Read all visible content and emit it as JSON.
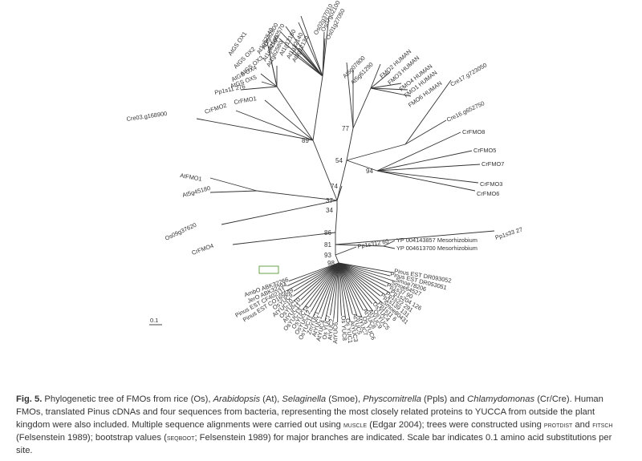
{
  "figure": {
    "root": {
      "bootstrap": "37",
      "children": [
        {
          "bootstrap": "89",
          "children": [
            {
              "children": [
                {
                  "label": "At1g62600"
                },
                {
                  "label": "At1g62570"
                },
                {
                  "label": "At1g12130"
                },
                {
                  "label": "At1g62540"
                },
                {
                  "label": "At1g62560"
                },
                {
                  "label": "At1g62580"
                },
                {
                  "label": "At1g12140"
                },
                {
                  "label": "At1g12160"
                },
                {
                  "label": "Os07g02100"
                },
                {
                  "label": "Os01g27050"
                },
                {
                  "label": "Os02g37010"
                }
              ]
            },
            {
              "children": [
                {
                  "label": "AtGS OX1"
                },
                {
                  "label": "AtGS OX2"
                },
                {
                  "label": "AtGS OX3"
                },
                {
                  "label": "AtGS OX4"
                },
                {
                  "label": "AtGS OX5"
                },
                {
                  "label": "Pp1s11 276"
                }
              ]
            },
            {
              "label": "CrFMO1"
            },
            {
              "label": "CrFMO2"
            },
            {
              "label": "Cre03.g168900"
            }
          ]
        },
        {
          "bootstrap": "54",
          "children": [
            {
              "bootstrap": "77",
              "children": [
                {
                  "label": "At5g07800"
                },
                {
                  "label": "At5g61290"
                },
                {
                  "children": [
                    {
                      "label": "FMO2 HUMAN"
                    },
                    {
                      "label": "FMO3 HUMAN"
                    },
                    {
                      "label": "FMO4 HUMAN"
                    },
                    {
                      "label": "FMO1 HUMAN"
                    },
                    {
                      "label": "FMO6 HUMAN"
                    }
                  ]
                }
              ]
            },
            {
              "children": [
                {
                  "label": "Cre17.g723050"
                },
                {
                  "label": "Cre16.g652750"
                }
              ]
            },
            {
              "bootstrap": "94",
              "children": [
                {
                  "label": "CrFMO8"
                },
                {
                  "label": "CrFMO5"
                },
                {
                  "label": "CrFMO7"
                },
                {
                  "label": "CrFMO3"
                },
                {
                  "label": "CrFMO6"
                }
              ]
            }
          ]
        },
        {
          "bootstrap": "74",
          "children": []
        },
        {
          "children": [
            {
              "label": "AtFMO1"
            },
            {
              "label": "At5g45180"
            }
          ]
        },
        {
          "label": "Os09g37620"
        },
        {
          "bootstrap": "34",
          "children": [
            {
              "bootstrap": "86",
              "children": [
                {
                  "label": "CrFMO4"
                },
                {
                  "bootstrap": "81",
                  "children": [
                    {
                      "label": "Pp1s33 27"
                    },
                    {
                      "children": [
                        {
                          "label": "YP 004143857 Mesorhizobium"
                        },
                        {
                          "label": "YP 004613700 Mesorhizobium"
                        }
                      ]
                    },
                    {
                      "bootstrap": "93",
                      "children": [
                        {
                          "label": "Pp1s312 60"
                        },
                        {
                          "bootstrap": "98",
                          "children": [
                            {
                              "label": "AmbO ABK32266"
                            },
                            {
                              "label": "JerO ABK32294"
                            },
                            {
                              "label": "Pinus EST CF402111"
                            },
                            {
                              "label": "Pinus EST CO165649"
                            },
                            {
                              "label": "OsYUC9"
                            },
                            {
                              "label": "AtYUC10"
                            },
                            {
                              "label": "OsYUC10"
                            },
                            {
                              "label": "AtYUC11"
                            },
                            {
                              "label": "OsYUC13"
                            },
                            {
                              "label": "OsYUC14"
                            },
                            {
                              "label": "OsYUC12"
                            },
                            {
                              "label": "OsYUC11"
                            },
                            {
                              "label": "ZmYUC1"
                            },
                            {
                              "label": "AtYUC1"
                            },
                            {
                              "label": "AtYUC4"
                            },
                            {
                              "label": "Os YUC7"
                            },
                            {
                              "label": "AtYUC2"
                            },
                            {
                              "label": "AtYUC6"
                            },
                            {
                              "label": "Os YUC8"
                            },
                            {
                              "label": "Os YUC1"
                            },
                            {
                              "label": "AtYUC3"
                            },
                            {
                              "label": "AtYUC5"
                            },
                            {
                              "label": "AtYUC7"
                            },
                            {
                              "label": "Os YUC6"
                            },
                            {
                              "label": "AtYUC8"
                            },
                            {
                              "label": "AtYUC9"
                            },
                            {
                              "label": "OsYUC5"
                            },
                            {
                              "label": "OsYUC4"
                            },
                            {
                              "label": "Pp1s11 6"
                            },
                            {
                              "label": "Smoe80431"
                            },
                            {
                              "label": "Pp1s139 131"
                            },
                            {
                              "label": "Pp1s22 291"
                            },
                            {
                              "label": "Pp1s204 126"
                            },
                            {
                              "label": "Pp1s37 90"
                            },
                            {
                              "label": "Smoe64527"
                            },
                            {
                              "label": "Smoe78206"
                            },
                            {
                              "label": "Pinus EST DR053051"
                            },
                            {
                              "label": "Pinus EST DR093052"
                            }
                          ]
                        }
                      ]
                    }
                  ]
                }
              ]
            }
          ]
        }
      ]
    },
    "scale_bar": "0.1"
  },
  "caption": {
    "lead": "Fig. 5.",
    "t1": " Phylogenetic tree of FMOs from rice (Os), ",
    "t2": "Arabidopsis",
    "t3": " (At), ",
    "t4": "Selaginella",
    "t5": " (Smoe), ",
    "t6": "Physcomitrella",
    "t7": " (Ppls) and ",
    "t8": "Chlamydomonas",
    "t9": " (Cr/Cre). Human FMOs, translated Pinus cDNAs and four sequences from bacteria, representing the most closely related proteins to YUCCA from outside the plant kingdom were also included. Multiple sequence alignments were carried out using ",
    "t10": "muscle",
    "t11": " (Edgar 2004); trees were constructed using ",
    "t12": "protdist",
    "t13": " and ",
    "t14": "fitsch",
    "t15": " (Felsenstein 1989); bootstrap values (",
    "t16": "seqboot",
    "t17": "; Felsenstein 1989) for major branches are indicated. Scale bar indicates 0.1 amino acid substitutions per site."
  }
}
